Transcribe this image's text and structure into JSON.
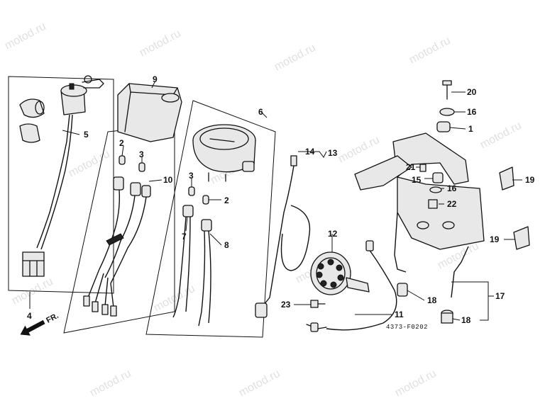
{
  "watermark": "motod.ru",
  "diagram_code": "4373-F0202",
  "direction_label": "FR.",
  "callouts": {
    "n1": "1",
    "n2a": "2",
    "n2b": "2",
    "n3a": "3",
    "n3b": "3",
    "n4": "4",
    "n5": "5",
    "n6": "6",
    "n7": "7",
    "n8": "8",
    "n9": "9",
    "n10": "10",
    "n11": "11",
    "n12": "12",
    "n13": "13",
    "n14": "14",
    "n15": "15",
    "n16a": "16",
    "n16b": "16",
    "n17": "17",
    "n18a": "18",
    "n18b": "18",
    "n19a": "19",
    "n19b": "19",
    "n20": "20",
    "n21": "21",
    "n22": "22",
    "n23": "23"
  }
}
